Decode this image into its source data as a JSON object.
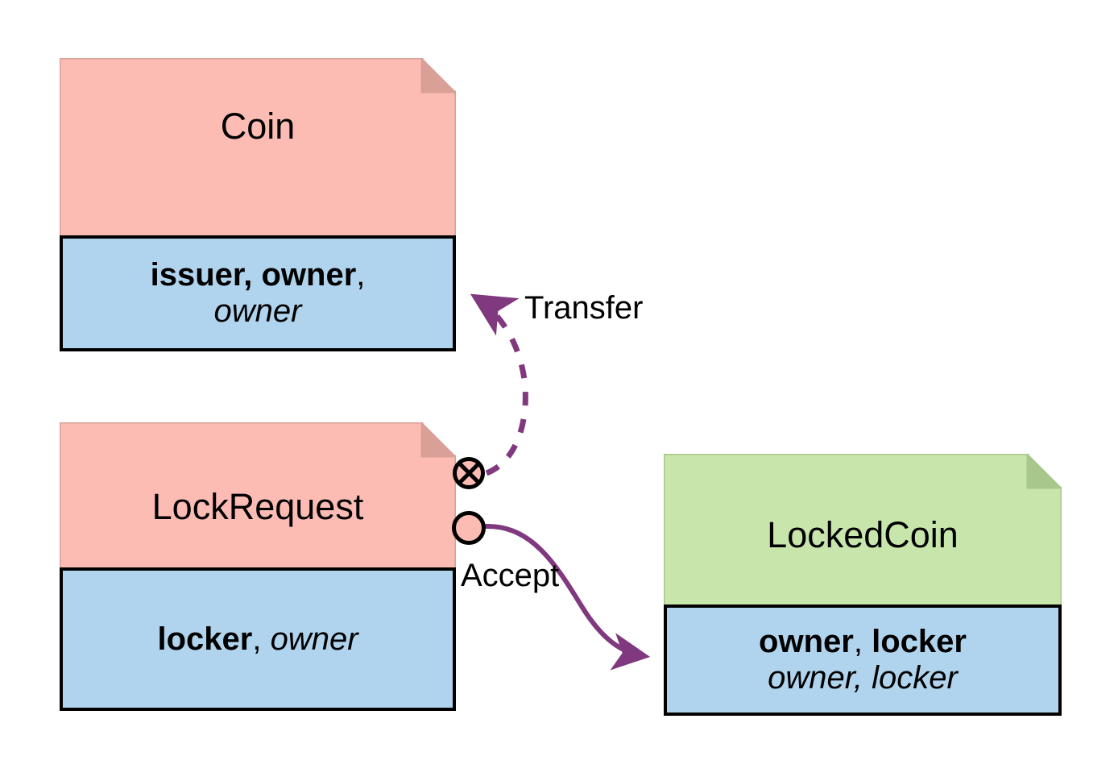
{
  "diagram": {
    "title": "Coin lock state transition",
    "type": "uml-object-flow",
    "colors": {
      "header_pink": "#fcbcb3",
      "header_pink_fold": "#d9a097",
      "header_green": "#c8e6ac",
      "header_green_fold": "#a8c78c",
      "body_blue": "#b0d4ee",
      "edge_purple": "#80397f",
      "outline_black": "#000000"
    },
    "nodes": [
      {
        "id": "coin",
        "name": "Coin",
        "header_color": "header_pink",
        "attributes": [
          [
            {
              "text": "issuer, owner",
              "style": "bold"
            },
            {
              "text": ",",
              "style": "normal"
            }
          ],
          [
            {
              "text": "owner",
              "style": "italic"
            }
          ]
        ]
      },
      {
        "id": "lock-request",
        "name": "LockRequest",
        "header_color": "header_pink",
        "attributes": [
          [
            {
              "text": "locker",
              "style": "bold"
            },
            {
              "text": ", ",
              "style": "normal"
            },
            {
              "text": "owner",
              "style": "italic"
            }
          ]
        ]
      },
      {
        "id": "locked-coin",
        "name": "LockedCoin",
        "header_color": "header_green",
        "attributes": [
          [
            {
              "text": "owner",
              "style": "bold"
            },
            {
              "text": ", ",
              "style": "normal"
            },
            {
              "text": "locker",
              "style": "bold"
            }
          ],
          [
            {
              "text": "owner, locker",
              "style": "italic"
            }
          ]
        ]
      }
    ],
    "ports": [
      {
        "id": "port-transfer",
        "glyph": "circled-x",
        "owner": "lock-request"
      },
      {
        "id": "port-accept",
        "glyph": "circle",
        "owner": "lock-request"
      }
    ],
    "edges": [
      {
        "id": "transfer",
        "label": "Transfer",
        "from": "port-transfer",
        "to": "coin",
        "line": "dashed",
        "arrow": "filled"
      },
      {
        "id": "accept",
        "label": "Accept",
        "from": "port-accept",
        "to": "locked-coin",
        "line": "solid",
        "arrow": "filled"
      }
    ]
  }
}
